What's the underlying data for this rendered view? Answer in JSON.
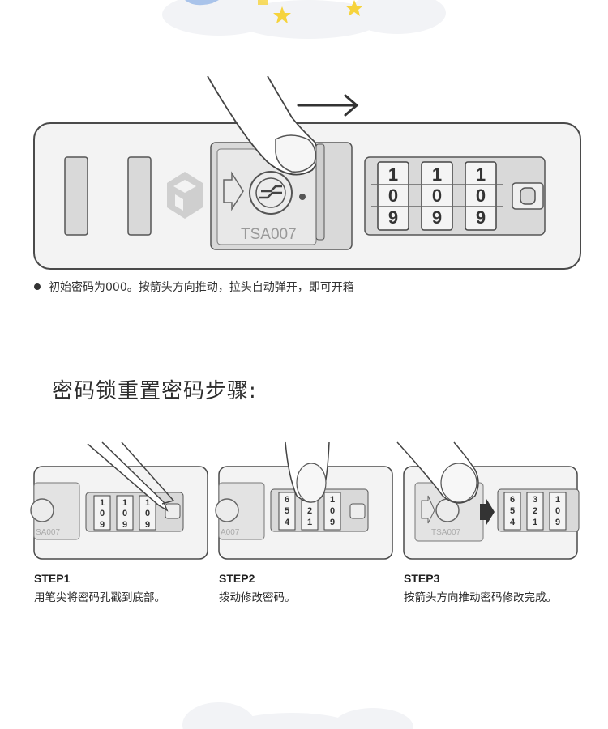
{
  "illustration": {
    "lock_label": "TSA007",
    "initial_code": [
      "0",
      "0",
      "0"
    ]
  },
  "note": {
    "text": "初始密码为000。按箭头方向推动，拉头自动弹开，即可开箱"
  },
  "section": {
    "title": "密码锁重置密码步骤:"
  },
  "steps": [
    {
      "label": "STEP1",
      "desc": "用笔尖将密码孔戳到底部。"
    },
    {
      "label": "STEP2",
      "desc": "拨动修改密码。"
    },
    {
      "label": "STEP3",
      "desc": "按箭头方向推动密码修改完成。"
    }
  ],
  "colors": {
    "panel": "#f3f3f3",
    "outline": "#4a4a4a",
    "star": "#f6d33c",
    "cloud": "#eef0f4",
    "body_fill": "#d9d9d9"
  }
}
